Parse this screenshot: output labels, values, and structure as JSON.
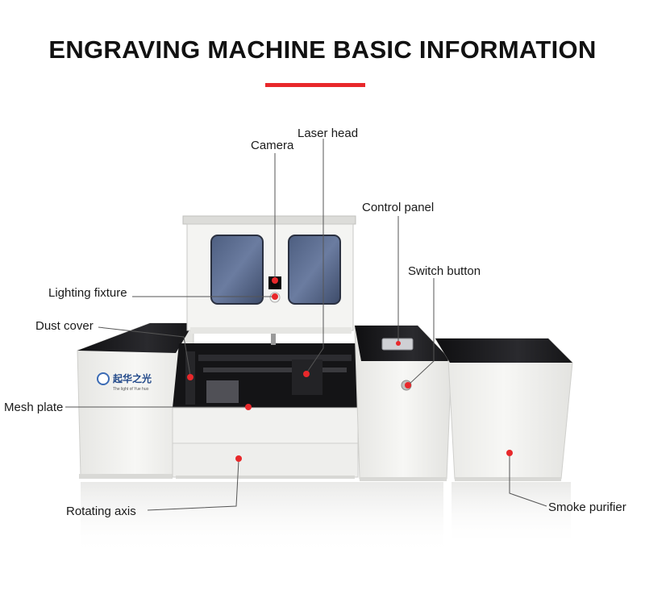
{
  "header": {
    "title": "ENGRAVING MACHINE BASIC INFORMATION",
    "accent_color": "#e8282b"
  },
  "machine": {
    "logo_text": "起华之光",
    "logo_subtext": "The light of Yue huo"
  },
  "callouts": [
    {
      "id": "laser-head",
      "label": "Laser head"
    },
    {
      "id": "camera",
      "label": "Camera"
    },
    {
      "id": "control-panel",
      "label": "Control panel"
    },
    {
      "id": "switch-button",
      "label": "Switch button"
    },
    {
      "id": "lighting-fixture",
      "label": "Lighting fixture"
    },
    {
      "id": "dust-cover",
      "label": "Dust cover"
    },
    {
      "id": "mesh-plate",
      "label": "Mesh plate"
    },
    {
      "id": "rotating-axis",
      "label": "Rotating axis"
    },
    {
      "id": "smoke-purifier",
      "label": "Smoke purifier"
    }
  ],
  "colors": {
    "body": "#f3f3f1",
    "top": "#1c1c1e",
    "marker": "#e8282b"
  }
}
